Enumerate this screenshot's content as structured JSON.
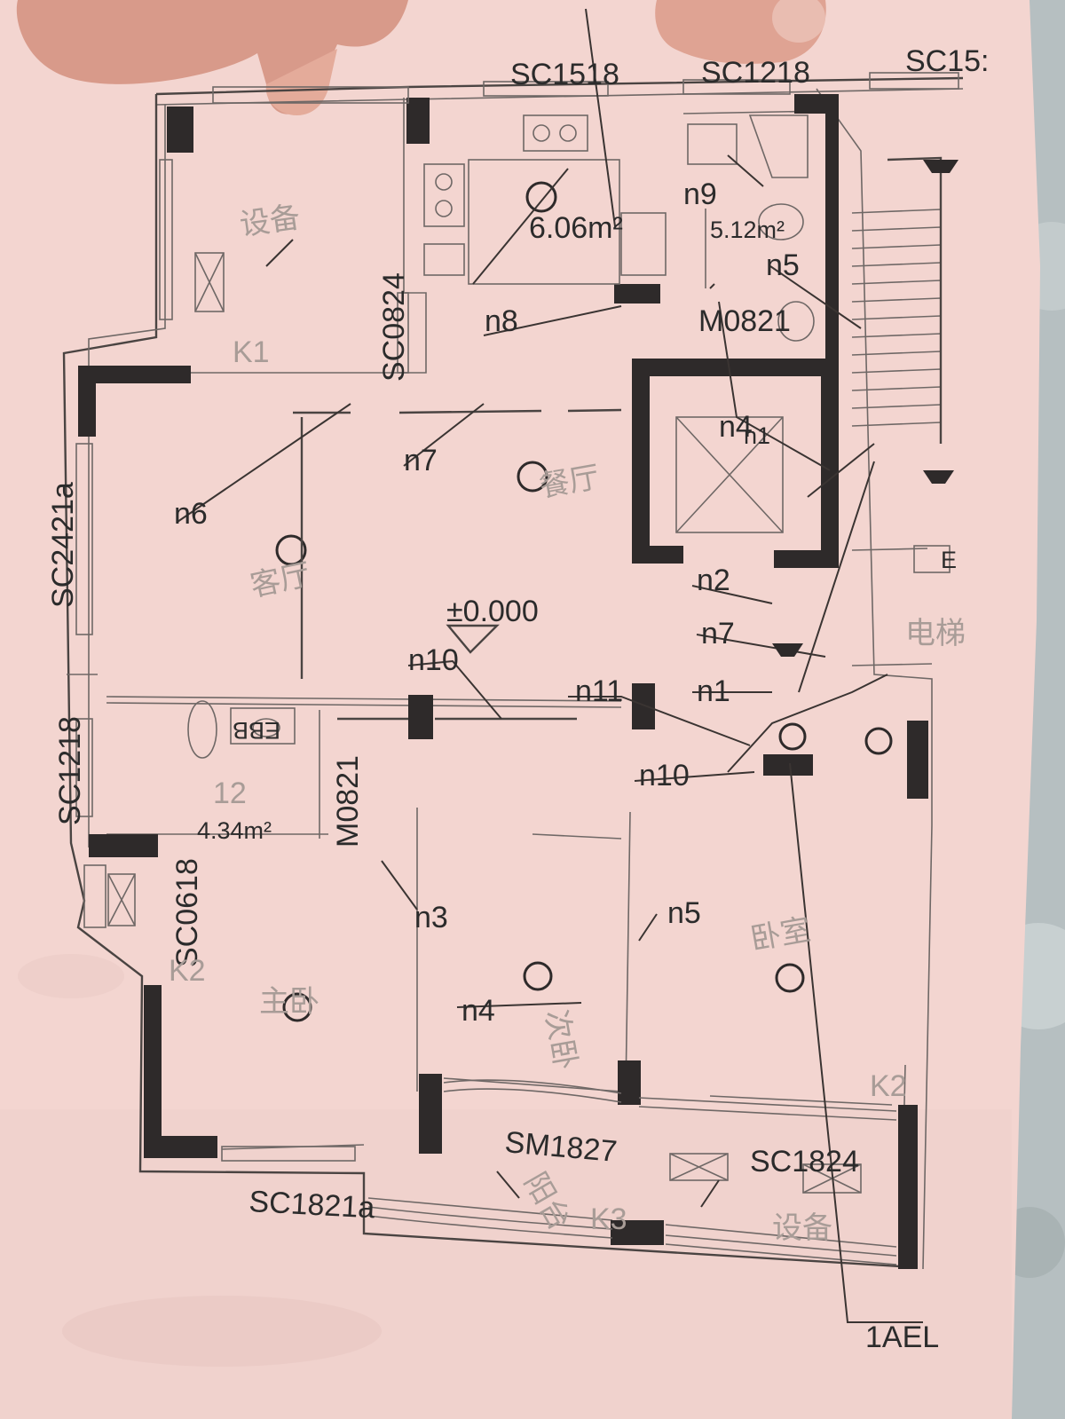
{
  "window_labels": {
    "sc1518": "SC1518",
    "sc1218_top": "SC1218",
    "sc15_cut": "SC15:",
    "sc0824": "SC0824",
    "sc2421a": "SC2421a",
    "sc1218_left": "SC1218",
    "sc0618": "SC0618",
    "sc1821a": "SC1821a",
    "sm1827": "SM1827",
    "sc1824": "SC1824"
  },
  "door_labels": {
    "m0821_top": "M0821",
    "m0821_mid": "M0821"
  },
  "areas": {
    "kitchen": "6.06m²",
    "bath_top": "5.12m²",
    "bath_mid": "4.34m²"
  },
  "level": "±0.000",
  "leaders": {
    "n1": "n1",
    "n2": "n2",
    "n3": "n3",
    "n4": "n4",
    "n5_top": "n5",
    "n5_bottom": "n5",
    "n6": "n6",
    "n7_top": "n7",
    "n7_right": "n7",
    "n8": "n8",
    "n9": "n9",
    "n10_top": "n10",
    "n10_bottom": "n10",
    "n11": "n11",
    "n41": "n4",
    "n41_b": "n1"
  },
  "faint_labels": {
    "equipment_tl": "设备",
    "k1": "K1",
    "living": "客厅",
    "dining": "餐厅",
    "k2_left": "K2",
    "bedroom_left": "主卧",
    "bedroom_mid": "次卧",
    "bedroom_right": "卧室",
    "k2_right": "K2",
    "k3": "K3",
    "balcony": "阳台",
    "equipment_br": "设备",
    "elevator": "电梯",
    "num12": "12"
  },
  "misc": {
    "ael": "1AEL",
    "e_sign": "E",
    "ebb": "EBB"
  },
  "colors": {
    "paper": "#f3d5d0",
    "wall_fill": "#2e2a2a",
    "background_wall": "#b9c2c3"
  }
}
